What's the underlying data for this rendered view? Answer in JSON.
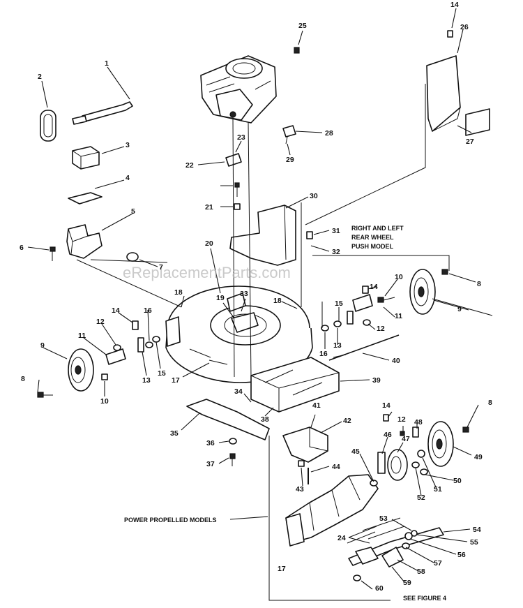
{
  "watermark": "eReplacementParts.com",
  "captions": {
    "rear_wheel_line1": "RIGHT AND LEFT",
    "rear_wheel_line2": "REAR WHEEL",
    "rear_wheel_line3": "PUSH MODEL",
    "power_propelled": "POWER PROPELLED MODELS",
    "see_figure": "SEE FIGURE 4"
  },
  "callouts": [
    "1",
    "2",
    "3",
    "4",
    "5",
    "6",
    "7",
    "8",
    "9",
    "10",
    "11",
    "12",
    "13",
    "14",
    "15",
    "16",
    "17",
    "18",
    "19",
    "20",
    "21",
    "22",
    "23",
    "24",
    "25",
    "26",
    "27",
    "28",
    "29",
    "30",
    "31",
    "32",
    "33",
    "34",
    "35",
    "36",
    "37",
    "38",
    "39",
    "40",
    "41",
    "42",
    "43",
    "44",
    "45",
    "46",
    "47",
    "48",
    "49",
    "50",
    "51",
    "52",
    "53",
    "54",
    "55",
    "56",
    "57",
    "58",
    "59",
    "60"
  ]
}
